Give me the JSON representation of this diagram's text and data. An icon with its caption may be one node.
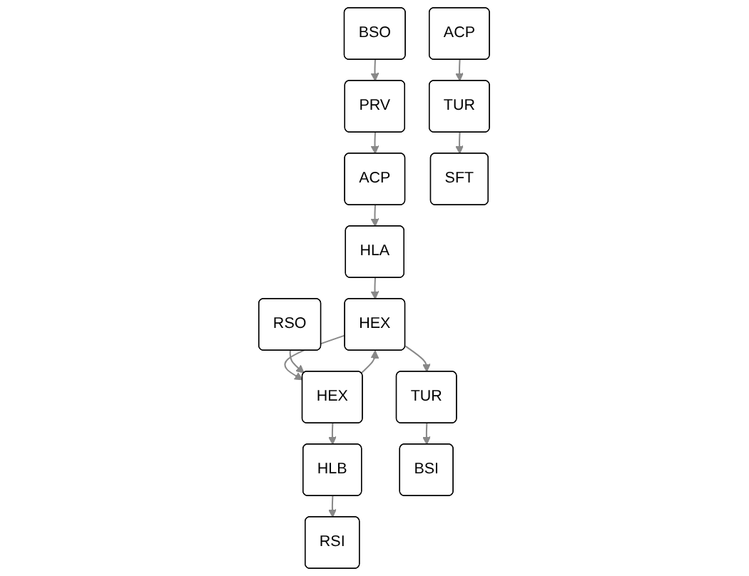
{
  "diagram": {
    "nodes": [
      {
        "text": [
          "ACP"
        ]
      },
      {
        "text": [
          "BSO"
        ]
      },
      {
        "text": [
          "PRV"
        ]
      },
      {
        "text": [
          "TUR"
        ]
      },
      {
        "text": [
          "ACP"
        ]
      },
      {
        "text": [
          "SFT"
        ]
      },
      {
        "text": [
          "HLA"
        ]
      },
      {
        "text": [
          "RSI"
        ]
      },
      {
        "text": [
          "HLB"
        ]
      },
      {
        "text": [
          "HEX"
        ]
      },
      {
        "text": [
          "HEX"
        ]
      },
      {
        "text": [
          "RSO"
        ]
      },
      {
        "text": [
          "TUR"
        ]
      },
      {
        "text": [
          "BSI"
        ]
      }
    ],
    "edges": [
      {
        "from": 0,
        "to": 3,
        "arrow": "to"
      },
      {
        "from": 3,
        "to": 5,
        "arrow": "to"
      },
      {
        "from": 1,
        "to": 2,
        "arrow": "to"
      },
      {
        "from": 2,
        "to": 4,
        "arrow": "to"
      },
      {
        "from": 4,
        "to": 6,
        "arrow": "to"
      },
      {
        "from": 6,
        "to": 9,
        "arrow": "to"
      },
      {
        "from": 9,
        "to": 10,
        "arrow": "to"
      },
      {
        "from": 10,
        "to": 9,
        "arrow": "to"
      },
      {
        "from": 9,
        "to": 12,
        "arrow": "to"
      },
      {
        "from": 12,
        "to": 13,
        "arrow": "to"
      },
      {
        "from": 10,
        "to": 8,
        "arrow": "to"
      },
      {
        "from": 8,
        "to": 7,
        "arrow": "to"
      },
      {
        "from": 11,
        "to": 10,
        "arrow": "to"
      }
    ]
  }
}
